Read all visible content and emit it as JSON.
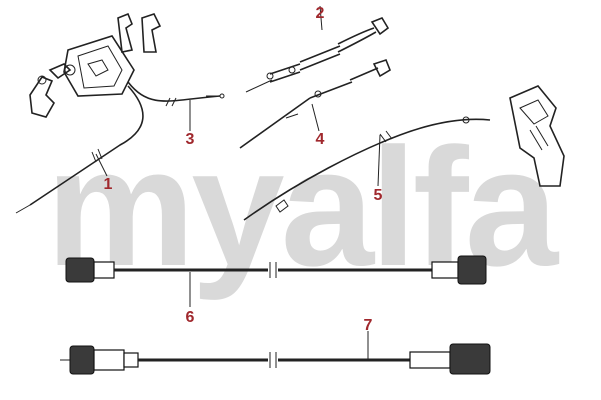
{
  "watermark": {
    "text": "myalfa",
    "color": "#d9d9d9"
  },
  "callout_color": "#a0282d",
  "callouts": [
    {
      "id": "1",
      "label": "1"
    },
    {
      "id": "2",
      "label": "2"
    },
    {
      "id": "3",
      "label": "3"
    },
    {
      "id": "4",
      "label": "4"
    },
    {
      "id": "5",
      "label": "5"
    },
    {
      "id": "6",
      "label": "6"
    },
    {
      "id": "7",
      "label": "7"
    }
  ]
}
